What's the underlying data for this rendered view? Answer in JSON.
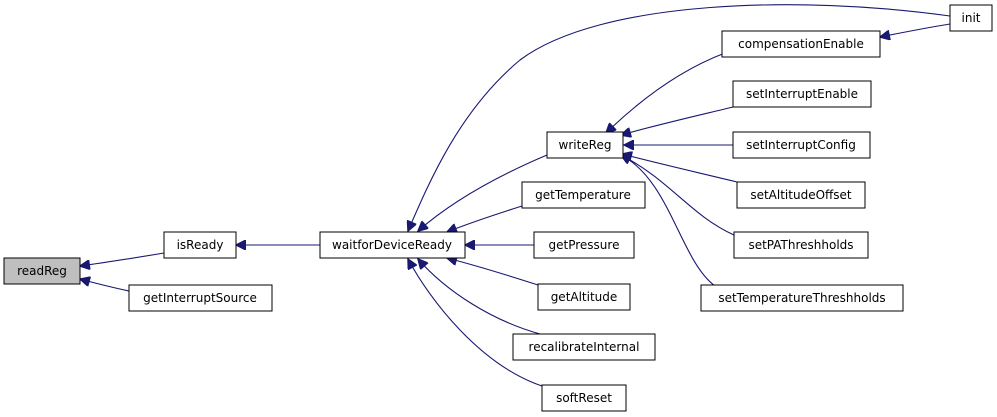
{
  "diagram": {
    "nodes": [
      {
        "id": "readReg",
        "label": "readReg"
      },
      {
        "id": "isReady",
        "label": "isReady"
      },
      {
        "id": "getInterruptSource",
        "label": "getInterruptSource"
      },
      {
        "id": "waitforDeviceReady",
        "label": "waitforDeviceReady"
      },
      {
        "id": "writeReg",
        "label": "writeReg"
      },
      {
        "id": "getTemperature",
        "label": "getTemperature"
      },
      {
        "id": "getPressure",
        "label": "getPressure"
      },
      {
        "id": "getAltitude",
        "label": "getAltitude"
      },
      {
        "id": "recalibrateInternal",
        "label": "recalibrateInternal"
      },
      {
        "id": "softReset",
        "label": "softReset"
      },
      {
        "id": "init",
        "label": "init"
      },
      {
        "id": "compensationEnable",
        "label": "compensationEnable"
      },
      {
        "id": "setInterruptEnable",
        "label": "setInterruptEnable"
      },
      {
        "id": "setInterruptConfig",
        "label": "setInterruptConfig"
      },
      {
        "id": "setAltitudeOffset",
        "label": "setAltitudeOffset"
      },
      {
        "id": "setPAThreshholds",
        "label": "setPAThreshholds"
      },
      {
        "id": "setTemperatureThreshholds",
        "label": "setTemperatureThreshholds"
      }
    ],
    "edges": [
      {
        "from": "isReady",
        "to": "readReg"
      },
      {
        "from": "getInterruptSource",
        "to": "readReg"
      },
      {
        "from": "waitforDeviceReady",
        "to": "isReady"
      },
      {
        "from": "writeReg",
        "to": "waitforDeviceReady"
      },
      {
        "from": "getTemperature",
        "to": "waitforDeviceReady"
      },
      {
        "from": "getPressure",
        "to": "waitforDeviceReady"
      },
      {
        "from": "getAltitude",
        "to": "waitforDeviceReady"
      },
      {
        "from": "recalibrateInternal",
        "to": "waitforDeviceReady"
      },
      {
        "from": "softReset",
        "to": "waitforDeviceReady"
      },
      {
        "from": "init",
        "to": "waitforDeviceReady"
      },
      {
        "from": "compensationEnable",
        "to": "writeReg"
      },
      {
        "from": "setInterruptEnable",
        "to": "writeReg"
      },
      {
        "from": "setInterruptConfig",
        "to": "writeReg"
      },
      {
        "from": "setAltitudeOffset",
        "to": "writeReg"
      },
      {
        "from": "setPAThreshholds",
        "to": "writeReg"
      },
      {
        "from": "setTemperatureThreshholds",
        "to": "writeReg"
      },
      {
        "from": "init",
        "to": "compensationEnable"
      }
    ],
    "colors": {
      "edge": "#191970",
      "root_fill": "#bfbfbf",
      "node_fill": "#ffffff",
      "node_border": "#000000"
    }
  }
}
